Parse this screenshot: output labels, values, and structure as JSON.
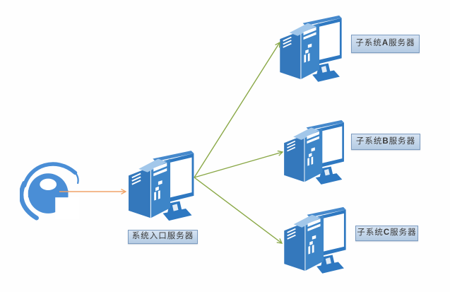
{
  "diagram": {
    "browser": {
      "icon": "internet-explorer-icon",
      "color": "#4a8ed6"
    },
    "entry_server": {
      "icon": "server-icon",
      "label": "系统入口服务器"
    },
    "subsystems": [
      {
        "id": "A",
        "icon": "server-icon",
        "label_prefix": "子系统",
        "label_letter": "A",
        "label_suffix": "服务器"
      },
      {
        "id": "B",
        "icon": "server-icon",
        "label_prefix": "子系统",
        "label_letter": "B",
        "label_suffix": "服务器"
      },
      {
        "id": "C",
        "icon": "server-icon",
        "label_prefix": "子系统",
        "label_letter": "C",
        "label_suffix": "服务器"
      }
    ],
    "connections": [
      {
        "from": "browser",
        "to": "entry_server",
        "style": "arrow"
      },
      {
        "from": "entry_server",
        "to": "subsystem_a",
        "style": "arrow"
      },
      {
        "from": "entry_server",
        "to": "subsystem_b",
        "style": "arrow"
      },
      {
        "from": "entry_server",
        "to": "subsystem_c",
        "style": "arrow"
      }
    ],
    "colors": {
      "server_blue": "#2e78c1",
      "server_lid": "#a2c7ea",
      "label_bg_top": "#d6e3f2",
      "label_bg_bottom": "#b4cbe3",
      "label_border": "#7d9cc0",
      "arrow_orange": "#f0a468",
      "arrow_green": "#8aa847"
    }
  }
}
